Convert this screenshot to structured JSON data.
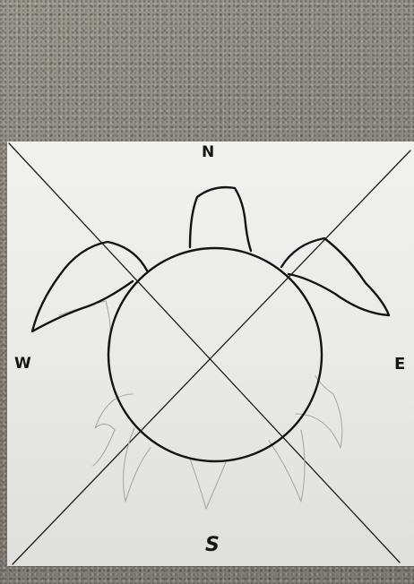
{
  "compass_labels": {
    "north": "N",
    "east": "E",
    "south": "S",
    "west": "W"
  }
}
